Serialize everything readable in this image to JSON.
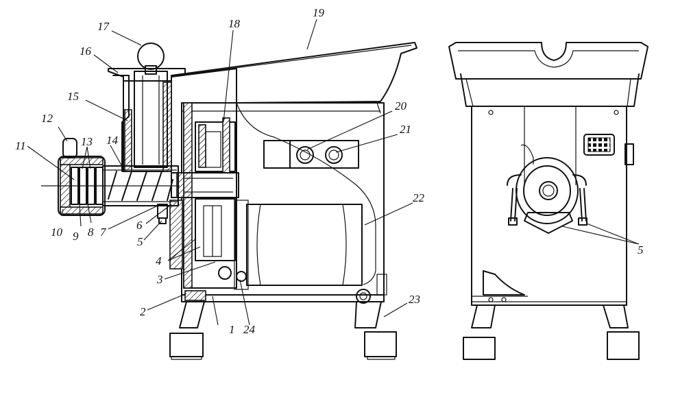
{
  "callouts": [
    "1",
    "2",
    "3",
    "4",
    "5",
    "6",
    "7",
    "8",
    "9",
    "10",
    "11",
    "12",
    "13",
    "14",
    "15",
    "16",
    "17",
    "18",
    "19",
    "20",
    "21",
    "22",
    "23",
    "24"
  ],
  "front_view_callouts": [
    "5"
  ]
}
